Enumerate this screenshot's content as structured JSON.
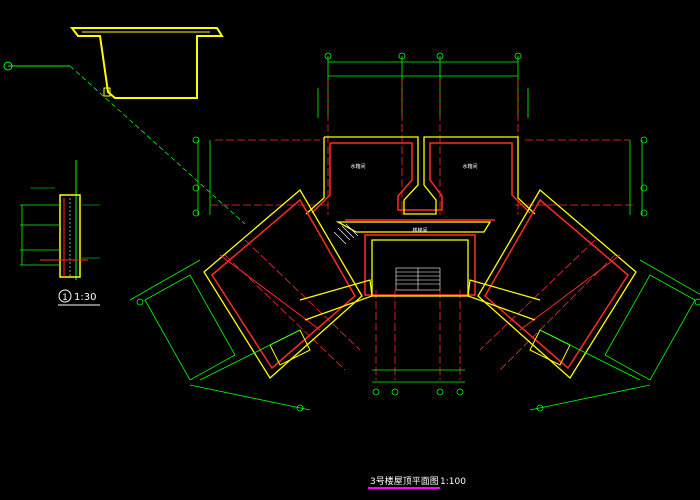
{
  "drawing": {
    "title": "3号楼屋顶平面图",
    "title_scale": "1:100",
    "detail_label": "1:30",
    "detail_number": "1",
    "stair_label": "楼梯间",
    "room_left": "水箱间",
    "room_right": "水箱间"
  },
  "colors": {
    "background": "#000000",
    "wall_red": "#ff2a2a",
    "outline_yellow": "#ffff00",
    "dim_green": "#00ff00",
    "text_white": "#ffffff",
    "title_underline": "#ff00ff"
  }
}
